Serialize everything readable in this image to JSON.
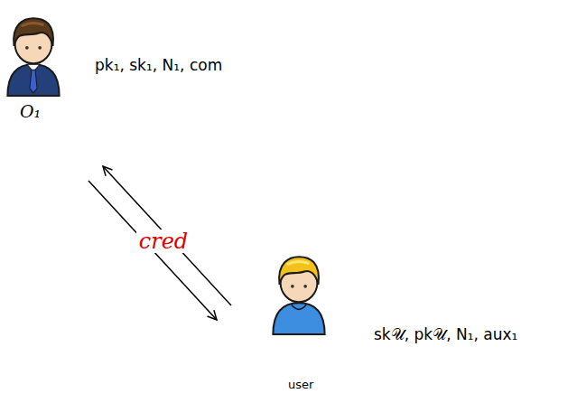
{
  "diagram": {
    "nodes": [
      {
        "text": [
          "O₁",
          "pk₁, sk₁, N₁, com"
        ]
      },
      {
        "text": [
          "user",
          "sk𝒰, pk𝒰, N₁, aux₁"
        ]
      }
    ],
    "edges": [
      {
        "from": 0,
        "to": 1,
        "arrow": "to",
        "label": "cred"
      },
      {
        "from": 1,
        "to": 0,
        "arrow": "to"
      }
    ]
  }
}
